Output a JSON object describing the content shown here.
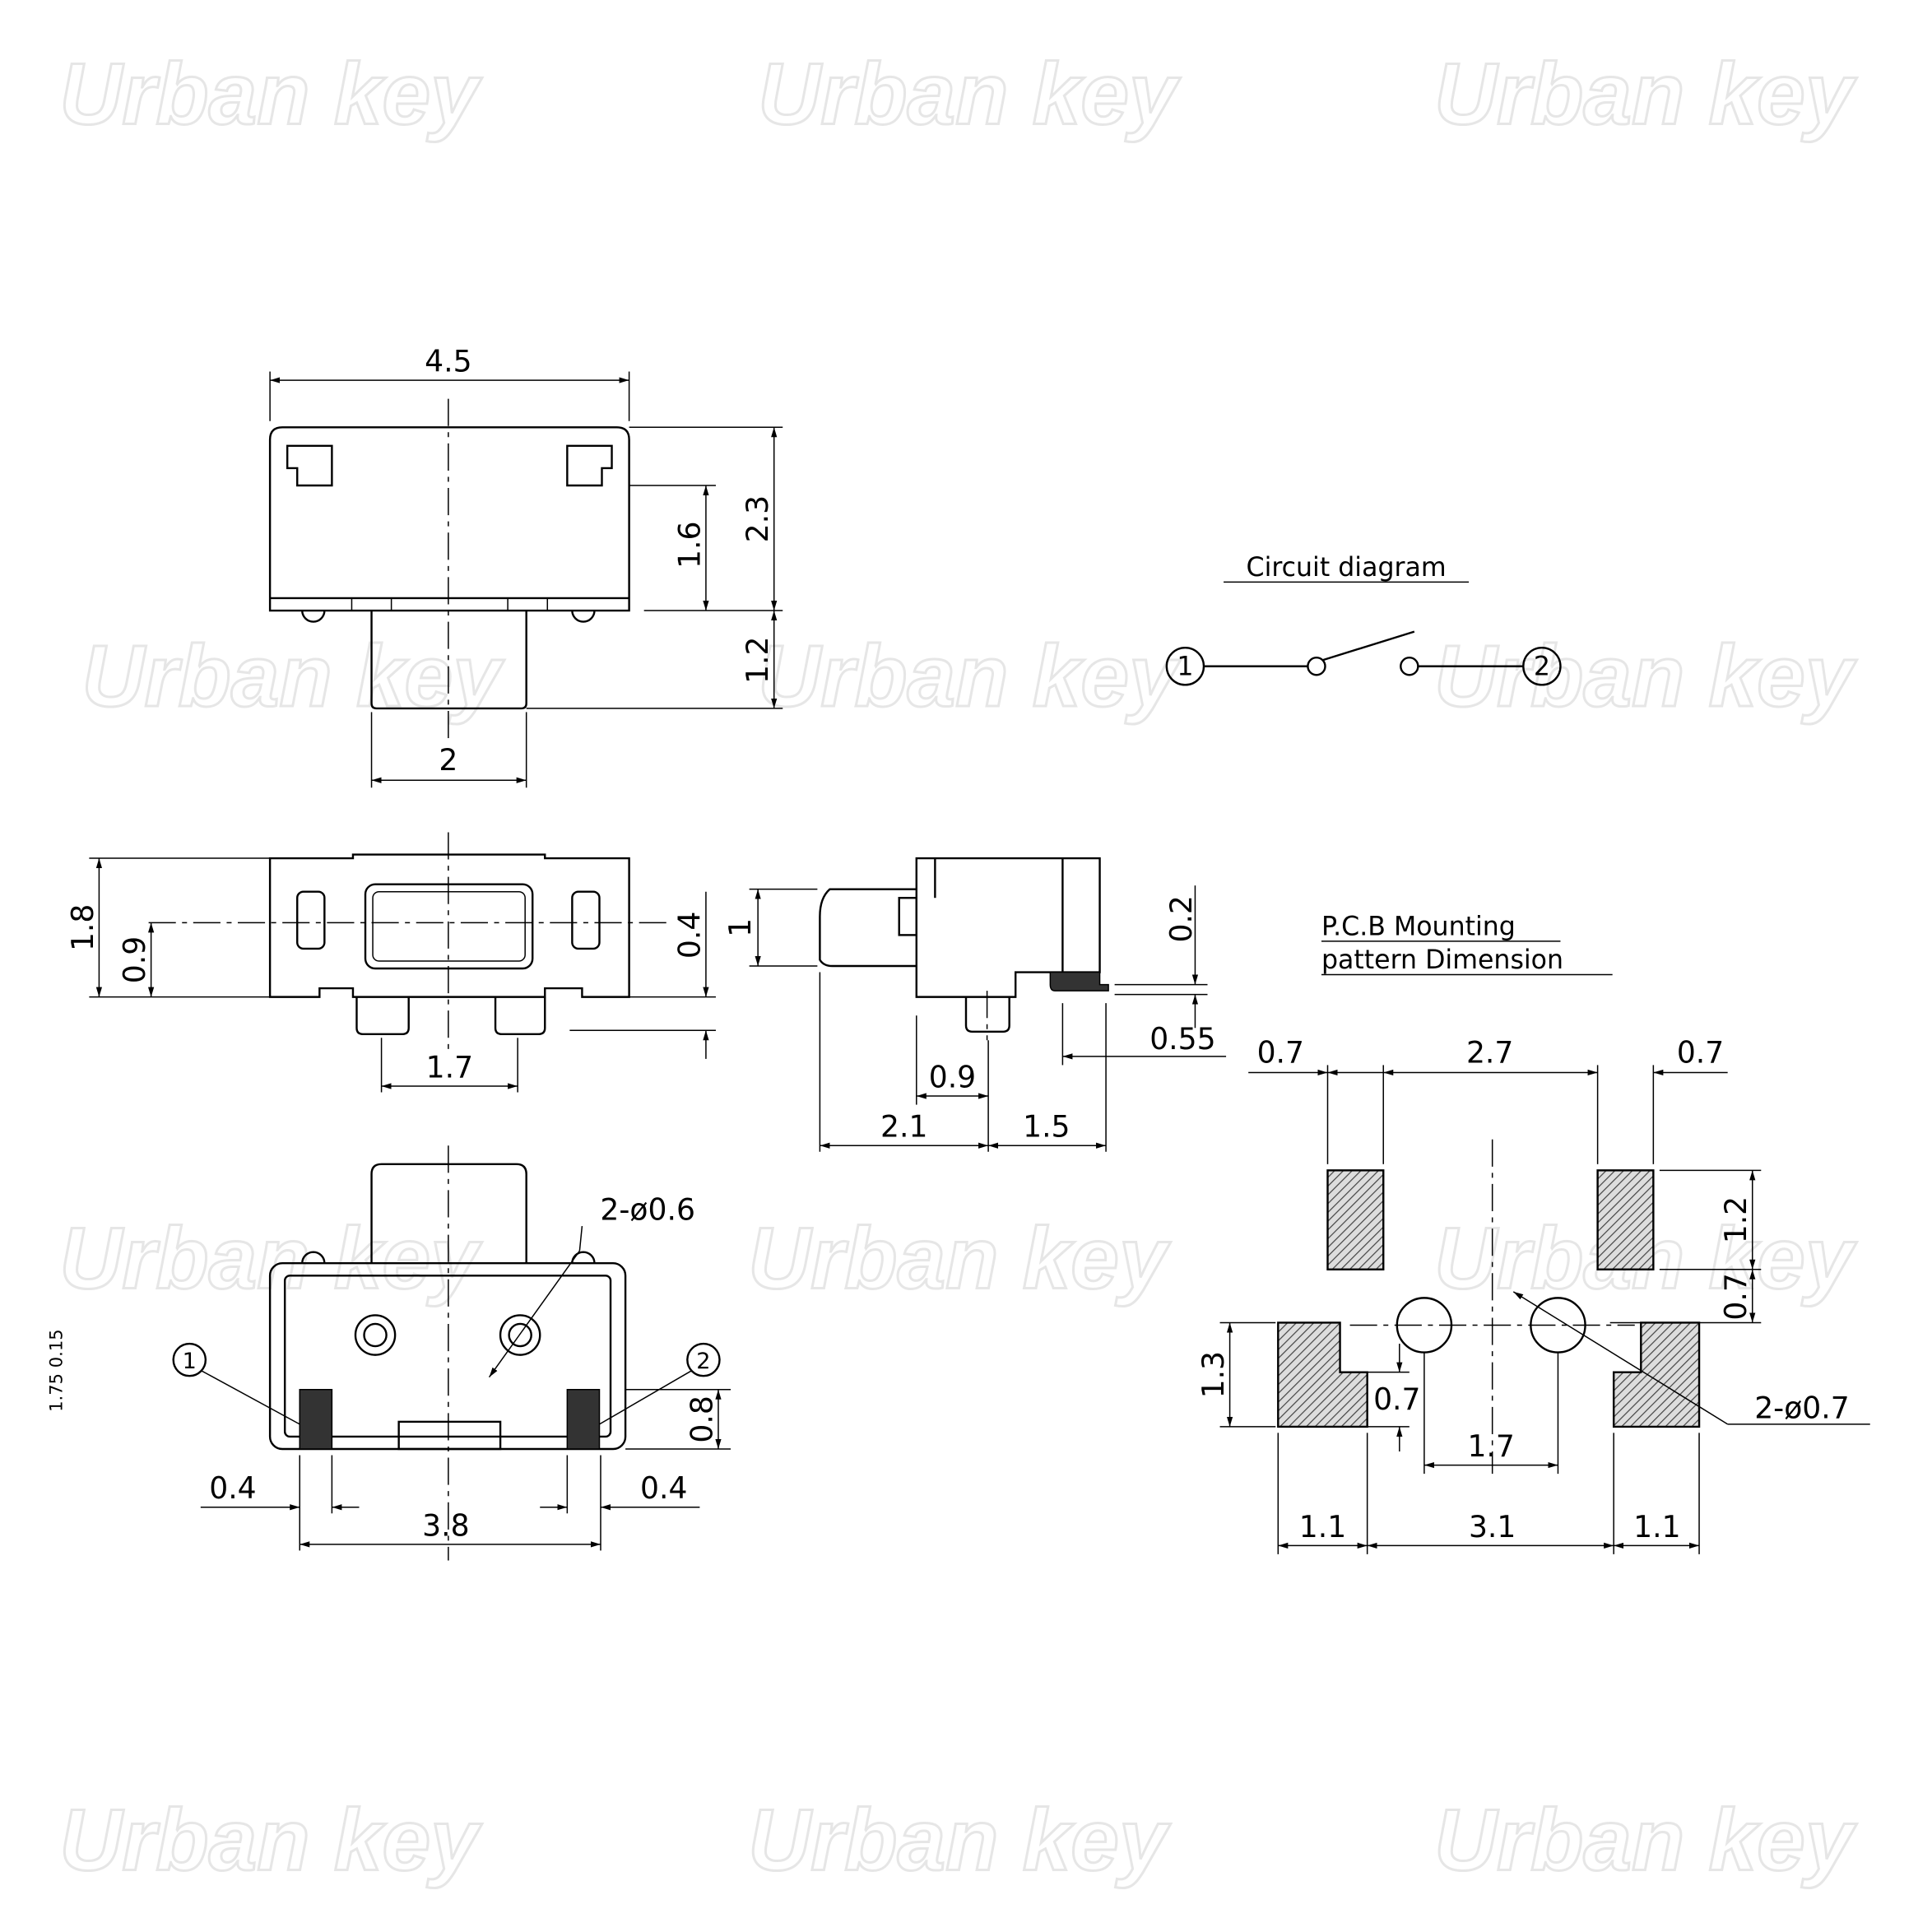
{
  "watermark": "Urban key",
  "top_view": {
    "width": "4.5",
    "height_total": "2.3",
    "height_body": "1.6",
    "actuator_height": "1.2",
    "actuator_width": "2"
  },
  "circuit": {
    "title": "Circuit diagram",
    "pin1": "1",
    "pin2": "2"
  },
  "front_view": {
    "height": "1.8",
    "center": "0.9",
    "leg": "0.4",
    "pitch": "1.7"
  },
  "side_view": {
    "actuator": "1",
    "terminal": "0.2",
    "offset": "0.55",
    "post": "0.9",
    "front": "2.1",
    "back": "1.5"
  },
  "bottom_view": {
    "holes": "2-ø0.6",
    "pin1": "1",
    "pin2": "2",
    "pad_left": "0.4",
    "pad_right": "0.4",
    "span": "3.8",
    "pad_height": "0.8",
    "edge_fragments": "1.75  0.15"
  },
  "pcb": {
    "title_line1": "P.C.B Mounting",
    "title_line2": "pattern Dimension",
    "top_left_w": "0.7",
    "top_gap": "2.7",
    "top_right_w": "0.7",
    "pad_h": "1.2",
    "gap_v": "0.7",
    "bottom_h": "1.3",
    "notch": "0.7",
    "hole_pitch": "1.7",
    "holes": "2-ø0.7",
    "bottom_left": "1.1",
    "bottom_mid": "3.1",
    "bottom_right": "1.1"
  }
}
